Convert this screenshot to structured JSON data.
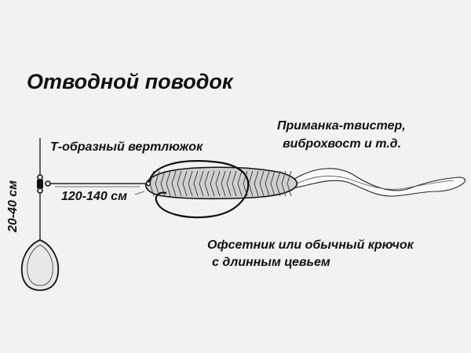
{
  "labels": {
    "title": "Отводной поводок",
    "swivel": "Т-образный вертлюжок",
    "leader_length": "120-140 см",
    "weight_length": "20-40 см",
    "lure_line1": "Приманка-твистер,",
    "lure_line2": "виброхвост и т.д.",
    "hook_line1": "Офсетник или обычный крючок",
    "hook_line2": "с длинным цевьем"
  }
}
